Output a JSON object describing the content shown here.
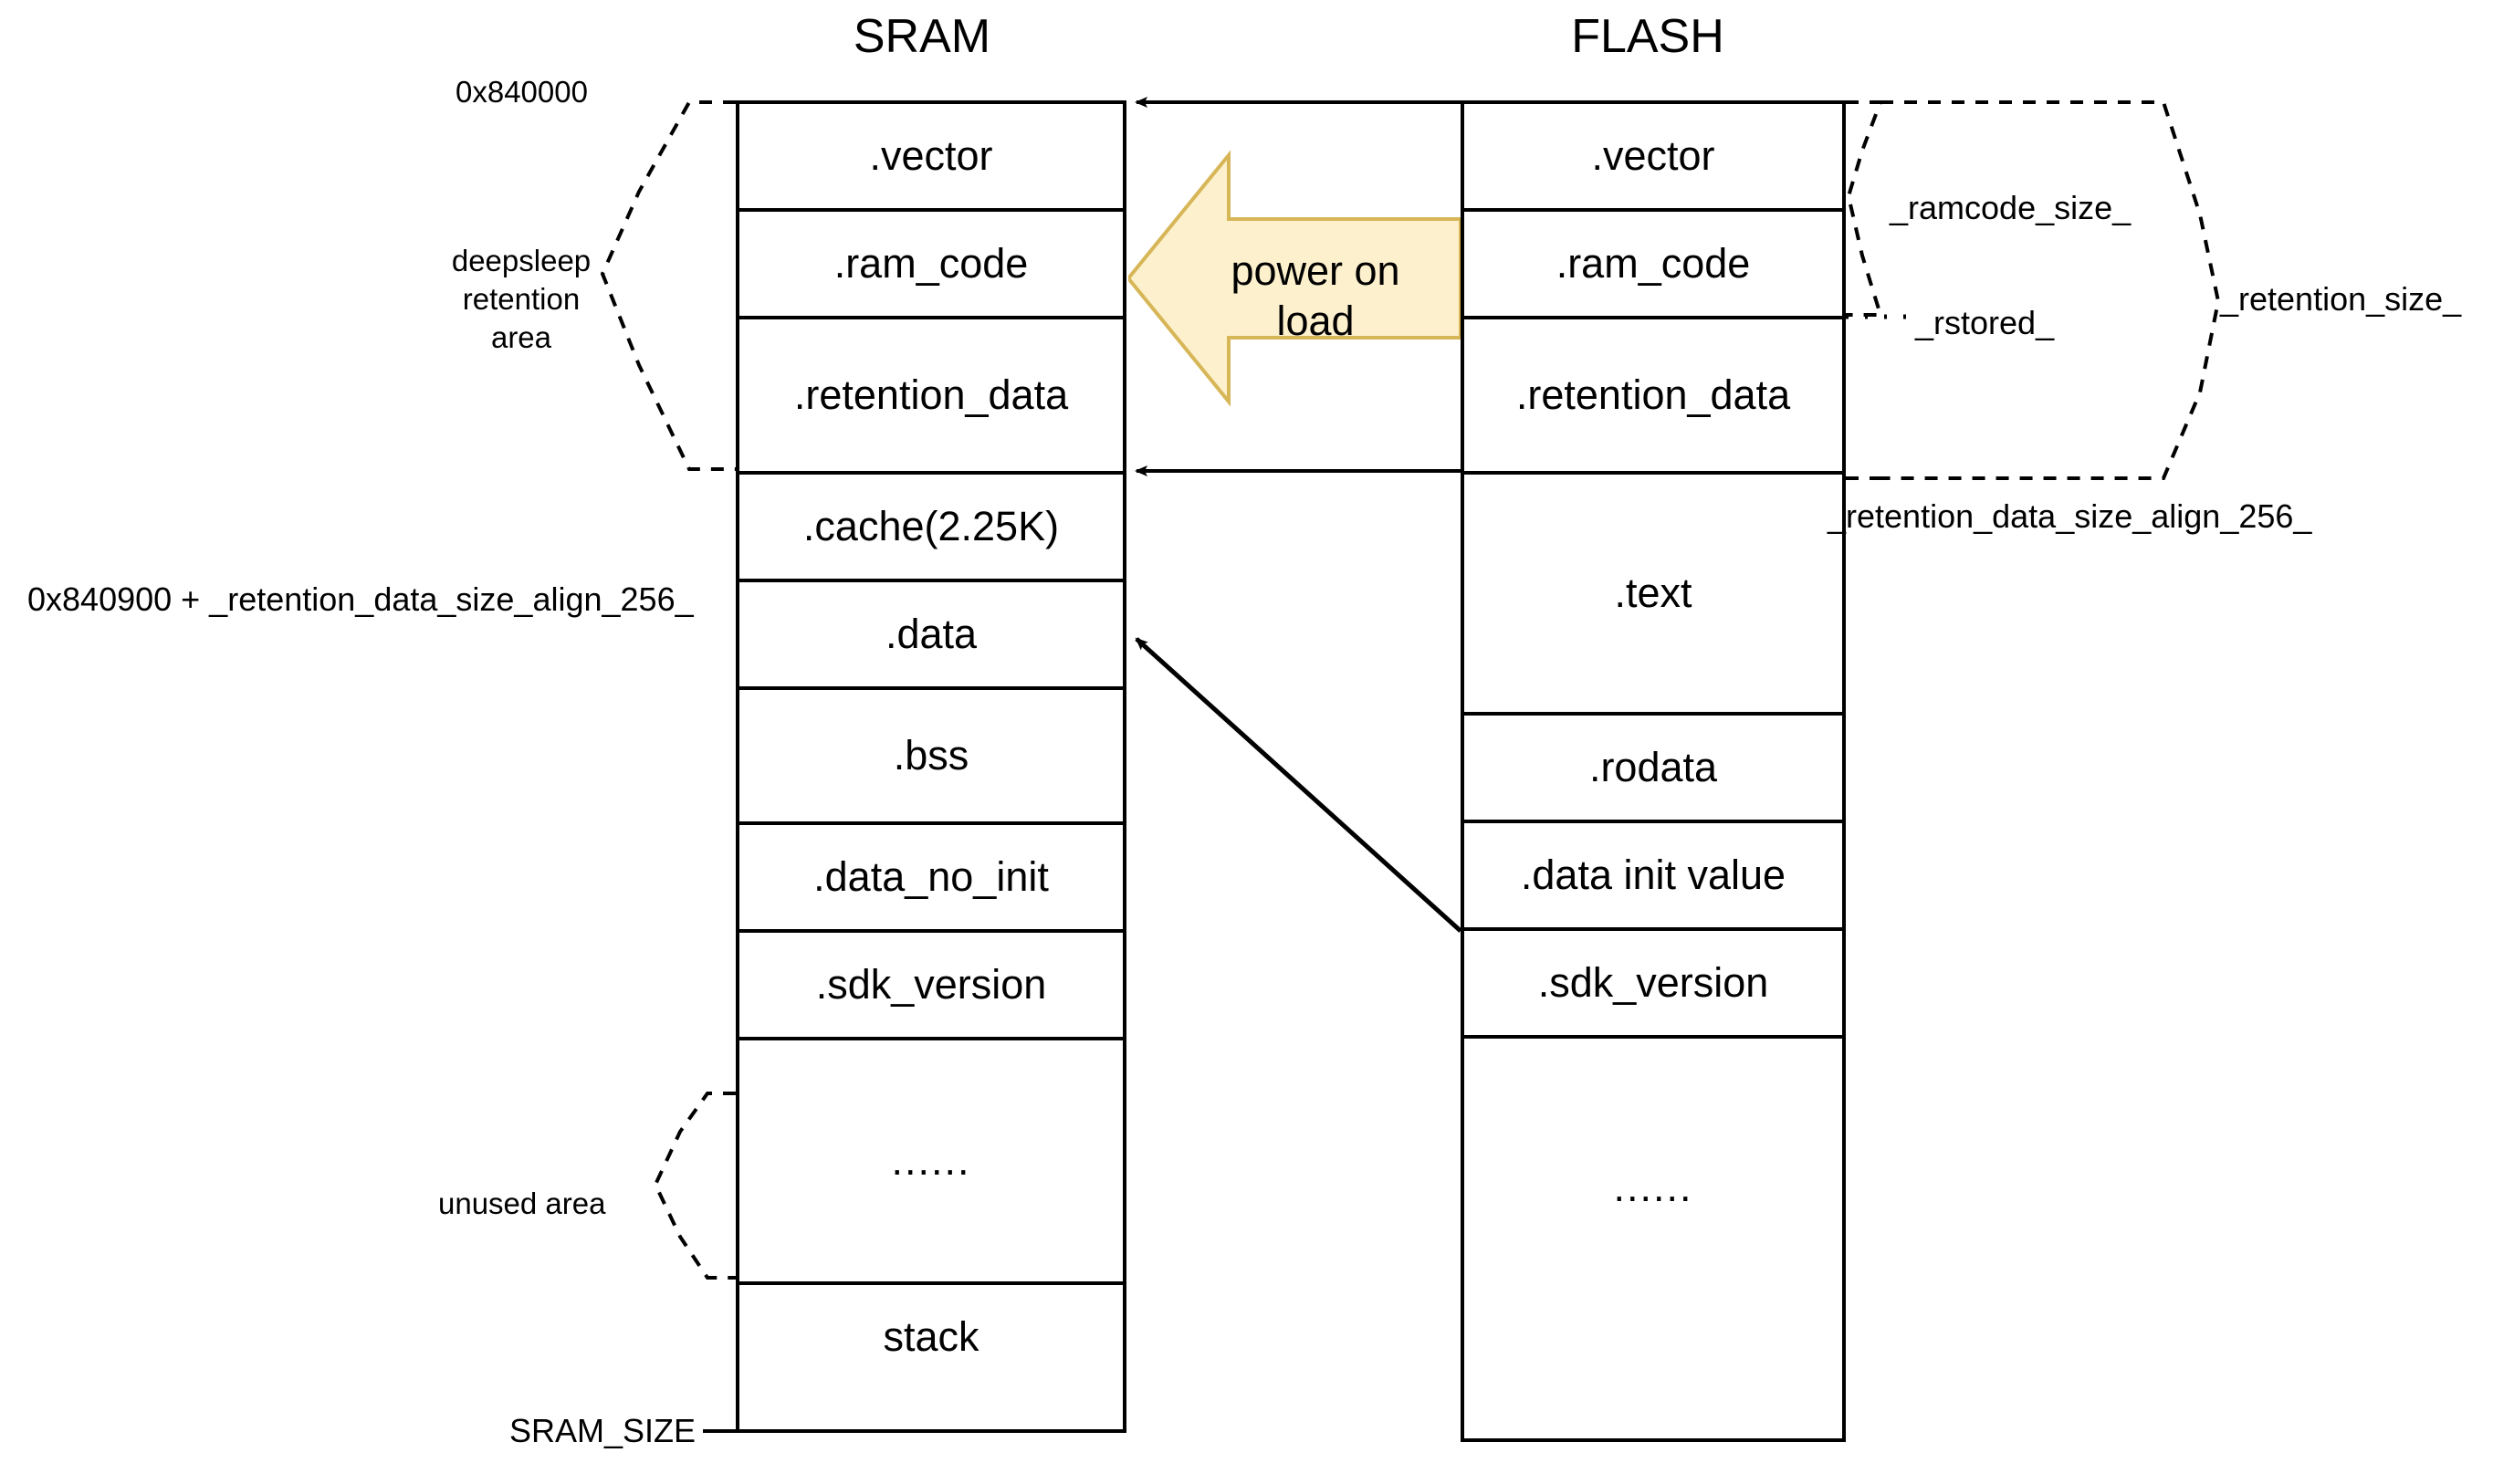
{
  "diagram": {
    "title_sram": "SRAM",
    "title_flash": "FLASH"
  },
  "sram": {
    "rows": [
      {
        "label": ".vector"
      },
      {
        "label": ".ram_code"
      },
      {
        "label": ".retention_data"
      },
      {
        "label": ".cache(2.25K)"
      },
      {
        "label": ".data"
      },
      {
        "label": ".bss"
      },
      {
        "label": ".data_no_init"
      },
      {
        "label": ".sdk_version"
      },
      {
        "label": "......"
      },
      {
        "label": "stack"
      }
    ]
  },
  "flash": {
    "rows": [
      {
        "label": ".vector"
      },
      {
        "label": ".ram_code"
      },
      {
        "label": ".retention_data"
      },
      {
        "label": ".text"
      },
      {
        "label": ".rodata"
      },
      {
        "label": ".data init value"
      },
      {
        "label": ".sdk_version"
      },
      {
        "label": "......"
      }
    ]
  },
  "transfer": {
    "power_on_load_label": "power on\nload",
    "power_on_load_line1": "power on",
    "power_on_load_line2": "load",
    "arrow_fill": "#FDF0CD",
    "arrow_stroke": "#D6B656"
  },
  "left_annotations": {
    "address_top": "0x840000",
    "deepsleep_area": "deepsleep retention area",
    "address_mid": "0x840900 + _retention_data_size_align_256_",
    "unused_area": "unused area",
    "sram_size": "SRAM_SIZE"
  },
  "right_annotations": {
    "ramcode_size": "_ramcode_size_",
    "rstored": "_rstored_",
    "retention_size": "_retention_size_",
    "retention_data_size_align_256": "_retention_data_size_align_256_"
  },
  "colors": {
    "line": "#000000",
    "background": "#FFFFFF",
    "arrow_fill": "#FDF0CD",
    "arrow_stroke": "#D6B656"
  }
}
